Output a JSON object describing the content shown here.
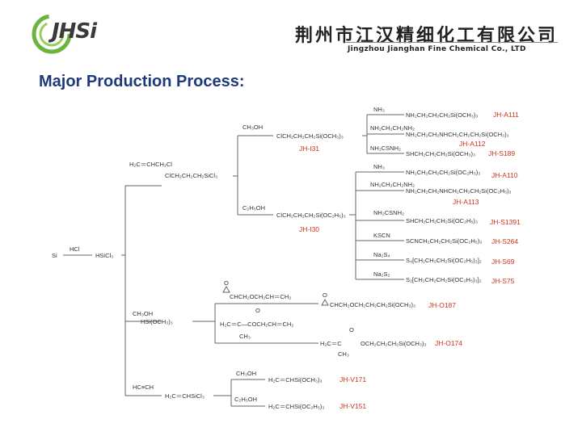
{
  "header": {
    "logo_text": "JHSi",
    "company_cn": "荆州市江汉精细化工有限公司",
    "company_en": "Jingzhou Jianghan Fine Chemical Co., LTD"
  },
  "title": "Major Production Process:",
  "diagram": {
    "start": {
      "left": "Si",
      "reagent": "HCl",
      "product": "HSiCl₃"
    },
    "hydrosilylation": {
      "reagent": "H₂C＝CHCH₂Cl",
      "product": "ClCH₂CH₂CH₂SiCl₃"
    },
    "methanolysis": {
      "reagent": "CH₃OH",
      "product": "ClCH₂CH₂CH₂Si(OCH₃)₃",
      "code": "JH-I31"
    },
    "ethanolysis": {
      "reagent": "C₂H₅OH",
      "product": "ClCH₂CH₂CH₂Si(OC₂H₅)₃",
      "code": "JH-I30"
    },
    "i31_derivatives": [
      {
        "reagent": "NH₃",
        "product": "NH₂CH₂CH₂CH₂Si(OCH₃)₃",
        "code": "JH-A111"
      },
      {
        "reagent": "NH₂CH₂CH₂NH₂",
        "product": "NH₂CH₂CH₂NHCH₂CH₂CH₂Si(OCH₃)₃",
        "code": "JH-A112"
      },
      {
        "reagent": "NH₂CSNH₂",
        "product": "SHCH₂CH₂CH₂Si(OCH₃)₃",
        "code": "JH-S189"
      }
    ],
    "i30_derivatives": [
      {
        "reagent": "NH₃",
        "product": "NH₂CH₂CH₂CH₂Si(OC₂H₅)₃",
        "code": "JH-A110"
      },
      {
        "reagent": "NH₂CH₂CH₂NH₂",
        "product": "NH₂CH₂CH₂NHCH₂CH₂CH₂Si(OC₂H₅)₃",
        "code": "JH-A113"
      },
      {
        "reagent": "NH₂CSNH₂",
        "product": "SHCH₂CH₂CH₂Si(OC₂H₅)₃",
        "code": "JH-S1391"
      },
      {
        "reagent": "KSCN",
        "product": "SCNCH₂CH₂CH₂Si(OC₂H₅)₃",
        "code": "JH-S264"
      },
      {
        "reagent": "Na₂S₄",
        "product": "S₄[CH₂CH₂CH₂Si(OC₂H₅)₃]₂",
        "code": "JH-S69"
      },
      {
        "reagent": "Na₂S₂",
        "product": "S₂[CH₂CH₂CH₂Si(OC₂H₅)₃]₂",
        "code": "JH-S75"
      }
    ],
    "methoxy": {
      "reagent": "CH₃OH",
      "product": "HSi(OCH₃)₃",
      "epoxy_reagent": "CHCH₂OCH₂CH＝CH₂",
      "epoxy_product": "CHCH₂OCH₂CH₂CH₂Si(OCH₃)₃",
      "epoxy_code": "JH-O187",
      "methacryl_reagent": "H₂C＝C—COCH₂CH＝CH₂",
      "methacryl_methyl": "CH₃",
      "methacryl_carbonyl": "O",
      "methacryl_product_left": "H₂C＝C",
      "methacryl_product_right": "OCH₂CH₂CH₂Si(OCH₃)₃",
      "methacryl_product_carbonyl": "O",
      "methacryl_product_methyl": "CH₃",
      "methacryl_code": "JH-O174"
    },
    "vinyl": {
      "reagent": "HC≡CH",
      "product": "H₂C＝CHSiCl₃",
      "items": [
        {
          "reagent": "CH₃OH",
          "product": "H₂C＝CHSi(OCH₃)₃",
          "code": "JH-V171"
        },
        {
          "reagent": "C₂H₅OH",
          "product": "H₂C＝CHSi(OC₂H₅)₃",
          "code": "JH-V151"
        }
      ]
    }
  }
}
